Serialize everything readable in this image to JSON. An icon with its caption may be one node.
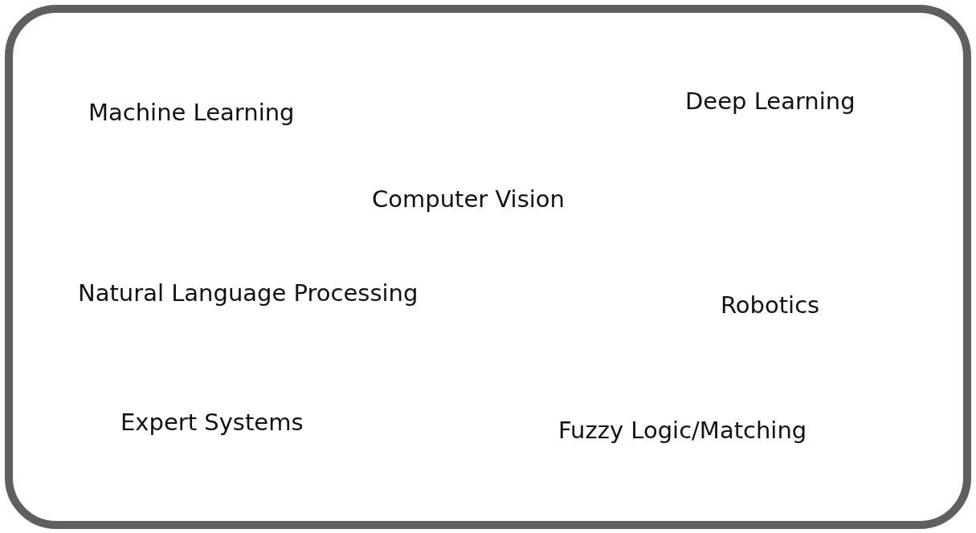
{
  "diagram": {
    "nodes": [
      {
        "text": [
          "Machine Learning",
          "Deep Learning",
          "Computer Vision",
          "Natural Language Processing",
          "Robotics",
          "Expert Systems",
          "Fuzzy Logic/Matching"
        ]
      }
    ]
  }
}
